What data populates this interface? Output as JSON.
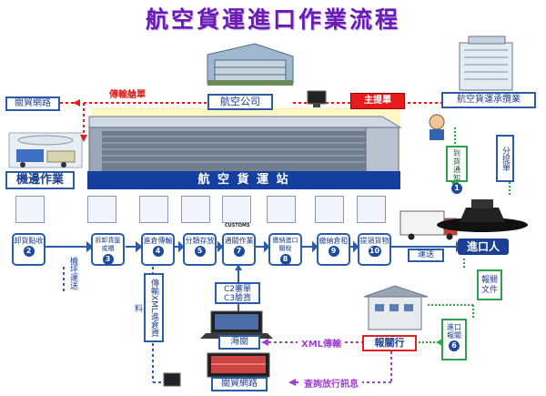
{
  "title": "航空貨運進口作業流程",
  "top": {
    "airline": "航空公司",
    "agent": "航空貨運承攬業",
    "customs_network_top": "關貿網路",
    "manifest": "傳輸艙單",
    "master_bill": "主提單"
  },
  "left": {
    "apron": "機邊作業"
  },
  "station": "航 空 貨 運 站",
  "customs_sign": "CUSTOMS",
  "right": {
    "arrival_notice": "到貨通知",
    "arrival_num": "1",
    "sub_bill": "分提單",
    "importer": "進口人",
    "declare_doc": "報關文件",
    "import_declare": "進口報關",
    "import_declare_num": "6"
  },
  "steps": [
    {
      "label": "卸貨點收",
      "num": "2"
    },
    {
      "label": "拆卸貨盤或櫃",
      "num": "3"
    },
    {
      "label": "進倉傳輸",
      "num": "4"
    },
    {
      "label": "分類存放",
      "num": "5"
    },
    {
      "label": "通關作業",
      "num": "7"
    },
    {
      "label": "繳納進口關稅",
      "num": "8"
    },
    {
      "label": "繳納倉租",
      "num": "9"
    },
    {
      "label": "提領貨物",
      "num": "10"
    }
  ],
  "apron_transport": "機坪運送",
  "delivery": "運送",
  "xml_vertical": "傳輸XML進倉資料",
  "review": {
    "line1": "C2審單",
    "line2": "C3驗貨"
  },
  "customs": "海關",
  "xml_transfer": "XML傳輸",
  "broker": "報關行",
  "customs_network_bottom": "關貿網路",
  "query_release": "查詢放行訊息"
}
